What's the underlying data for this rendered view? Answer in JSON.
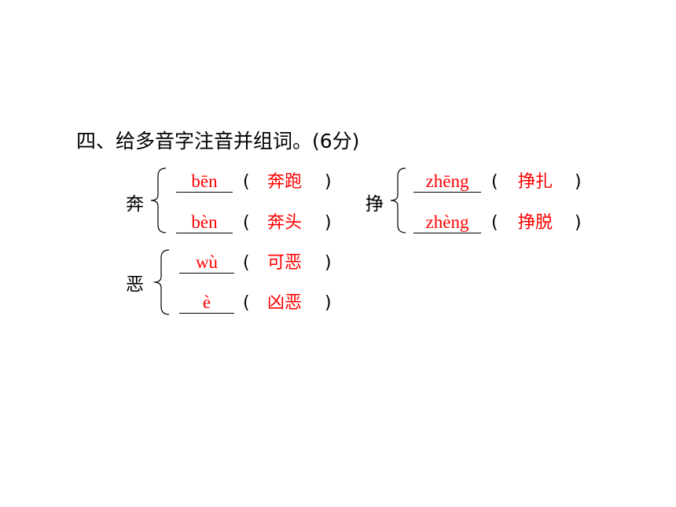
{
  "title": "四、给多音字注音并组词。(6分)",
  "open_paren": "(",
  "close_paren": ")",
  "colors": {
    "answer": "#ff0000",
    "text": "#000000"
  },
  "groups": [
    {
      "char": "奔",
      "items": [
        {
          "pinyin": "bēn",
          "word": "奔跑"
        },
        {
          "pinyin": "bèn",
          "word": "奔头"
        }
      ]
    },
    {
      "char": "挣",
      "items": [
        {
          "pinyin": "zhēng",
          "word": "挣扎"
        },
        {
          "pinyin": "zhèng",
          "word": "挣脱"
        }
      ]
    },
    {
      "char": "恶",
      "items": [
        {
          "pinyin": "wù",
          "word": "可恶"
        },
        {
          "pinyin": "è",
          "word": "凶恶"
        }
      ]
    }
  ]
}
